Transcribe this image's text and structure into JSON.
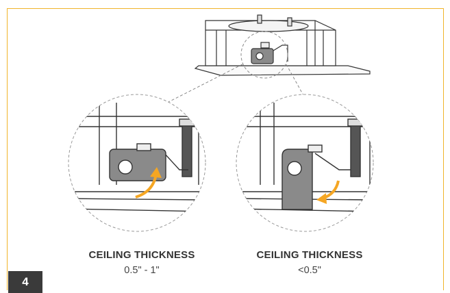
{
  "step_number": "4",
  "captions": {
    "left": {
      "heading": "CEILING THICKNESS",
      "value": "0.5\" - 1\""
    },
    "right": {
      "heading": "CEILING THICKNESS",
      "value": "<0.5\""
    }
  },
  "colors": {
    "frame": "#f0b429",
    "arrow": "#f5a623",
    "clip": "#8a8a8a",
    "line": "#333333",
    "badge": "#3a3a3a"
  },
  "icons": [
    "fixture-housing",
    "clip-folded",
    "clip-extended",
    "rotation-arrow"
  ]
}
